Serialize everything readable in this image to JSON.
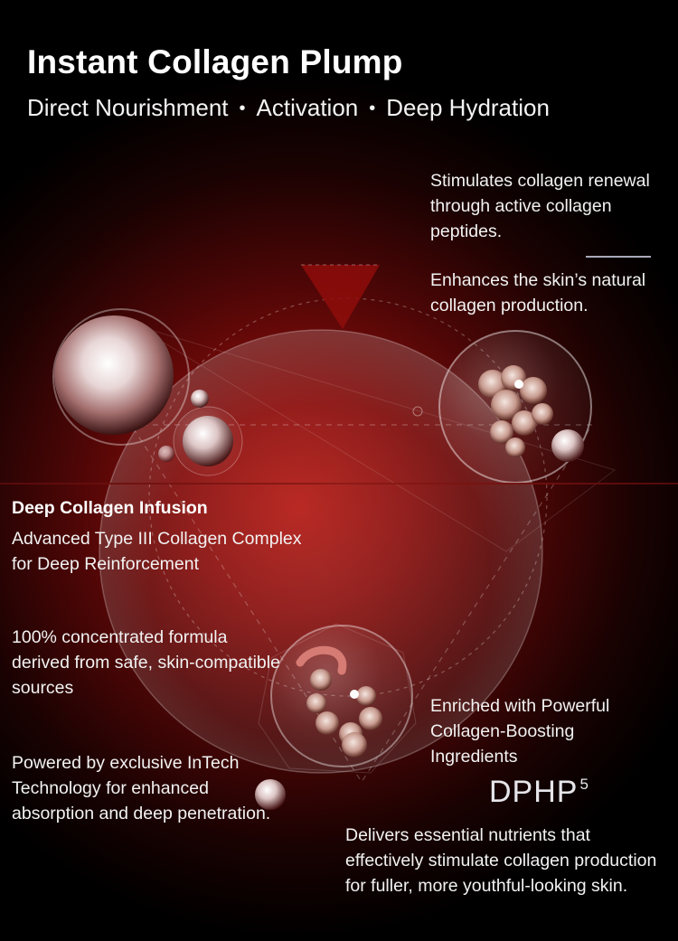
{
  "title": "Instant Collagen Plump",
  "subtitle": {
    "items": [
      "Direct Nourishment",
      "Activation",
      "Deep Hydration"
    ],
    "separator": "•"
  },
  "top_right": {
    "text_1": "Stimulates collagen renewal through active collagen peptides.",
    "text_2": "Enhances the skin’s natural collagen production."
  },
  "left": {
    "heading": "Deep Collagen Infusion",
    "text_1": "Advanced Type III Collagen Complex for Deep Reinforcement",
    "text_2": "100% concentrated formula derived from safe, skin-compatible sources",
    "text_3": "Powered by exclusive InTech Technology for enhanced absorption and deep penetration."
  },
  "bottom_right": {
    "text_1": "Enriched with Powerful Collagen-Boosting Ingredients",
    "logo": {
      "main": "DPHP",
      "superscript": "5"
    },
    "text_2": "Delivers essential nutrients that effectively stimulate collagen production for fuller, more youthful-looking skin."
  },
  "colors": {
    "background": "#000000",
    "accent_red": "#b3150f",
    "text": "#f2f2f2"
  }
}
